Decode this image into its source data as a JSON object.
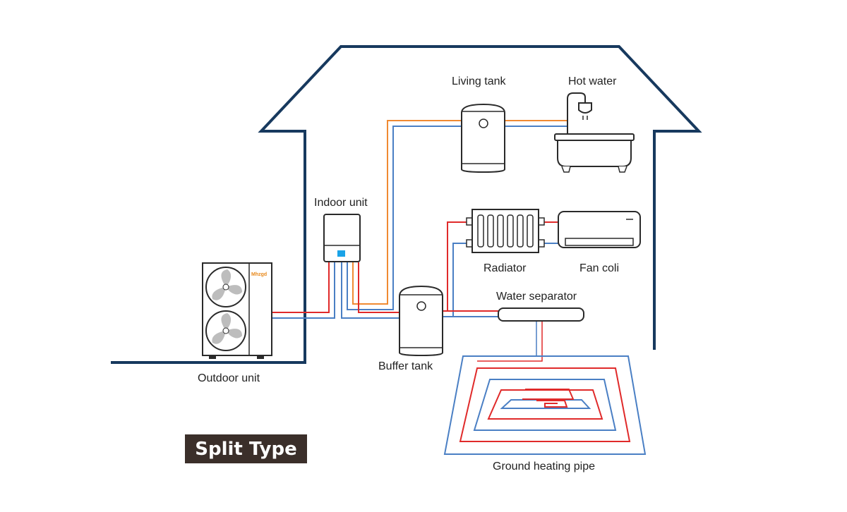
{
  "colors": {
    "house": "#17395e",
    "hot_pipe": "#e02a2a",
    "cold_pipe": "#4a7fc4",
    "dhw_pipe": "#f08a32",
    "outline": "#2a2a2a",
    "title_bg": "#3b2f2a",
    "display": "#1aa3e8",
    "fan_gray": "#bdbdbd",
    "brand": "#e8891c"
  },
  "title": "Split Type",
  "brand": "Mhzgd",
  "labels": {
    "living_tank": "Living tank",
    "hot_water": "Hot water",
    "indoor_unit": "Indoor unit",
    "radiator": "Radiator",
    "fan_coil": "Fan coli",
    "water_separator": "Water separator",
    "outdoor_unit": "Outdoor unit",
    "buffer_tank": "Buffer tank",
    "ground_heating_pipe": "Ground heating pipe"
  }
}
